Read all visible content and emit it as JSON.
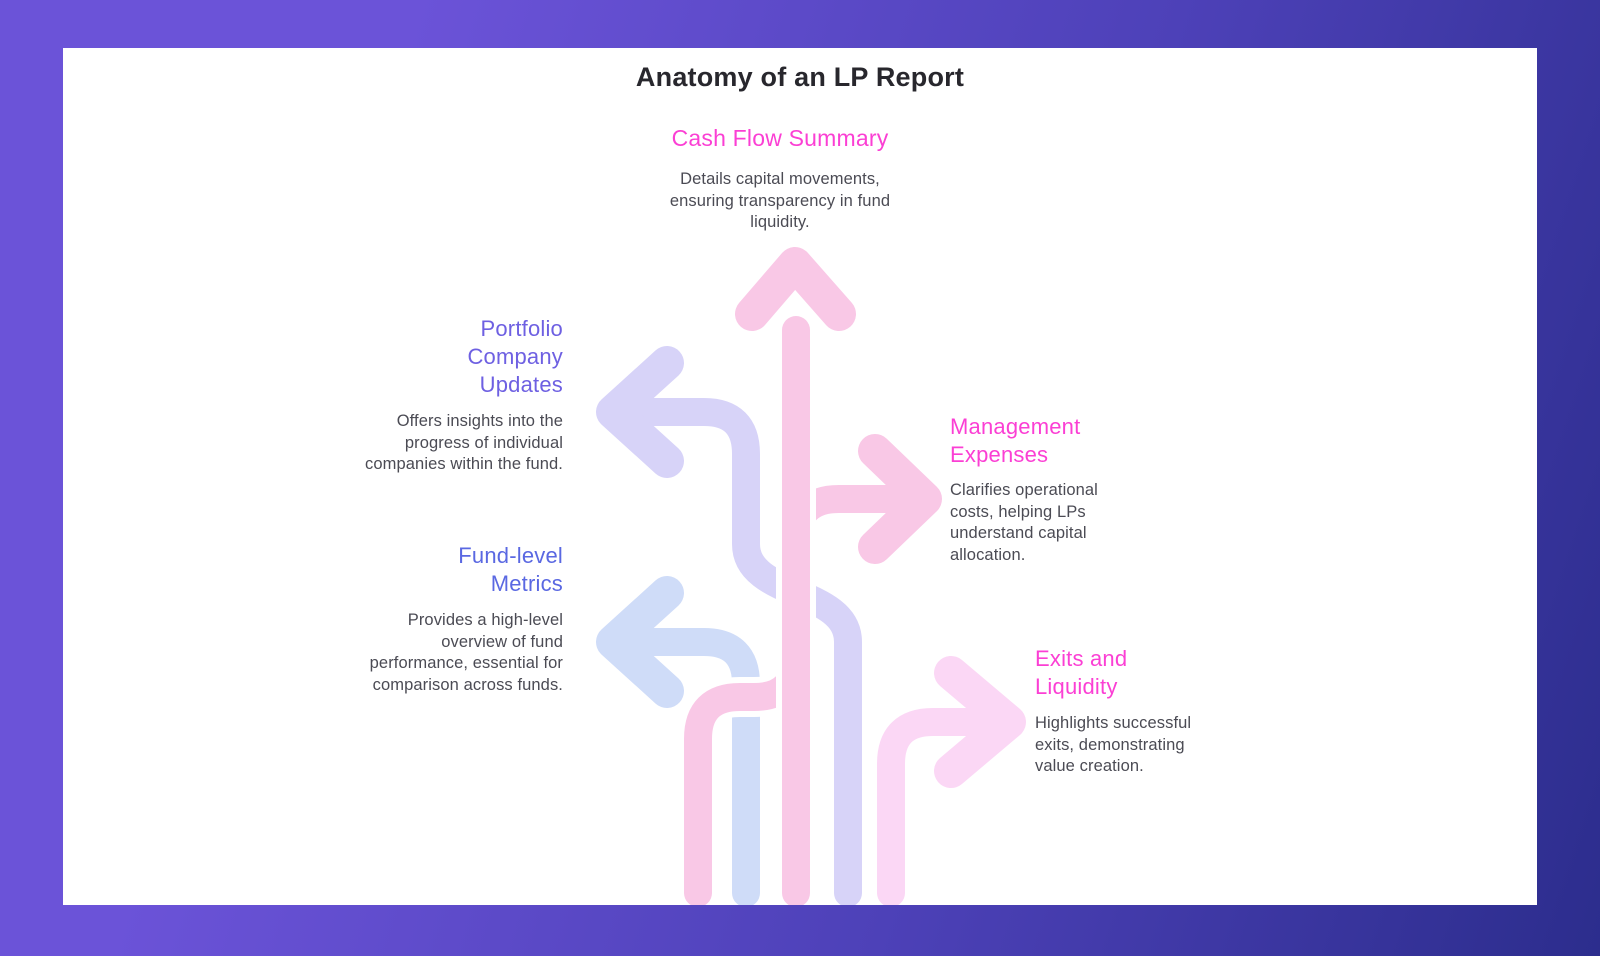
{
  "title": "Anatomy of an LP Report",
  "sections": [
    {
      "id": "cash-flow-summary",
      "heading": "Cash Flow Summary",
      "description": "Details capital movements, ensuring transparency in fund liquidity.",
      "arrow_direction": "up"
    },
    {
      "id": "portfolio-company-updates",
      "heading": "Portfolio Company Updates",
      "description": "Offers insights into the progress of individual companies within the fund.",
      "arrow_direction": "left"
    },
    {
      "id": "management-expenses",
      "heading": "Management Expenses",
      "description": "Clarifies operational costs, helping LPs understand capital allocation.",
      "arrow_direction": "right"
    },
    {
      "id": "fund-level-metrics",
      "heading": "Fund-level Metrics",
      "description": "Provides a high-level overview of fund performance, essential for comparison across funds.",
      "arrow_direction": "left"
    },
    {
      "id": "exits-and-liquidity",
      "heading": "Exits and Liquidity",
      "description": "Highlights successful exits, demonstrating value creation.",
      "arrow_direction": "right"
    }
  ],
  "colors": {
    "magenta": "#fb3fd4",
    "violet": "#6e60e2",
    "blue-violet": "#5a68e2",
    "title": "#28272d",
    "body": "#4b4b54",
    "arrow-pink": "#f9c8e6",
    "arrow-pink-light": "#fbd7f5",
    "arrow-blue": "#cfdcf8",
    "arrow-lavender": "#d7d3f8",
    "bg-purple": "#6b53d8",
    "bg-mid": "#4d41b8",
    "bg-indigo": "#2c2d8d",
    "card": "#ffffff"
  }
}
